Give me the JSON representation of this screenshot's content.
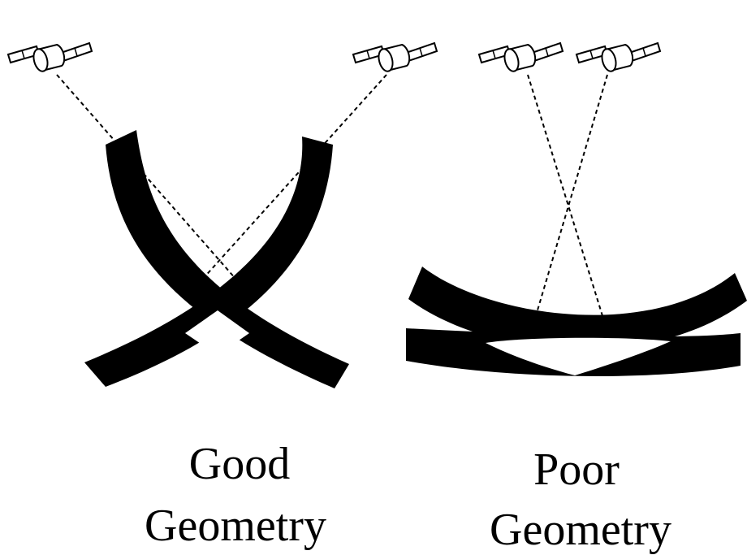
{
  "captions": {
    "good": {
      "line1": "Good",
      "line2": "Geometry"
    },
    "poor": {
      "line1": "Poor",
      "line2": "Geometry"
    }
  },
  "colors": {
    "ink": "#000000",
    "background": "#ffffff",
    "satellite_fill": "#ffffff"
  },
  "icons": [
    "satellite-icon"
  ]
}
